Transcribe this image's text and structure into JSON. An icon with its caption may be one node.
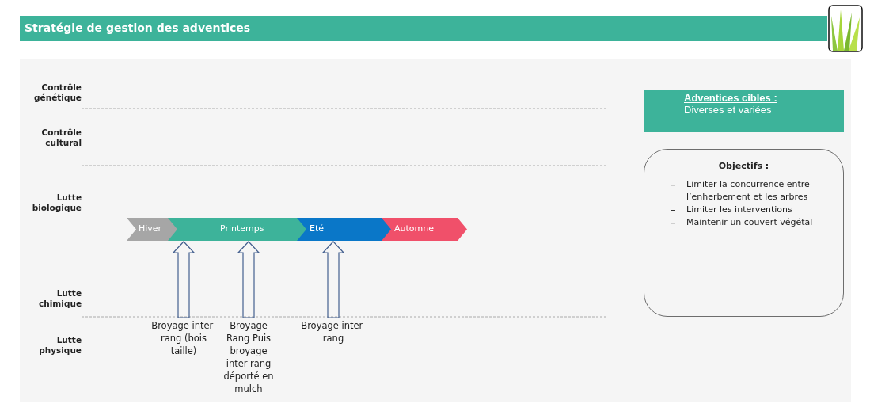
{
  "diagram": {
    "title": "Stratégie de gestion des adventices",
    "nodes": [
      {
        "text": [
          "Hiver"
        ]
      },
      {
        "text": [
          "Printemps"
        ]
      },
      {
        "text": [
          "Eté"
        ]
      },
      {
        "text": [
          "Automne"
        ]
      },
      {
        "text": [
          "Broyage inter-rang (bois taille)"
        ]
      },
      {
        "text": [
          "Broyage Rang Puis broyage inter-rang déporté en mulch"
        ]
      },
      {
        "text": [
          "Broyage inter-rang"
        ]
      },
      {
        "text": [
          "Adventices cibles :",
          "Diverses et variées"
        ]
      },
      {
        "text": [
          "Objectifs :",
          "Limiter la concurrence entre l’enherbement et les arbres",
          "Limiter les interventions",
          "Maintenir un couvert végétal"
        ]
      }
    ],
    "edges": [
      {
        "from": 4,
        "to": 1,
        "arrow": "to"
      },
      {
        "from": 5,
        "to": 1,
        "arrow": "to"
      },
      {
        "from": 6,
        "to": 2,
        "arrow": "to"
      }
    ],
    "labels": [
      "Contrôle génétique",
      "Contrôle cultural",
      "Lutte biologique",
      "Lutte chimique",
      "Lutte physique"
    ]
  }
}
